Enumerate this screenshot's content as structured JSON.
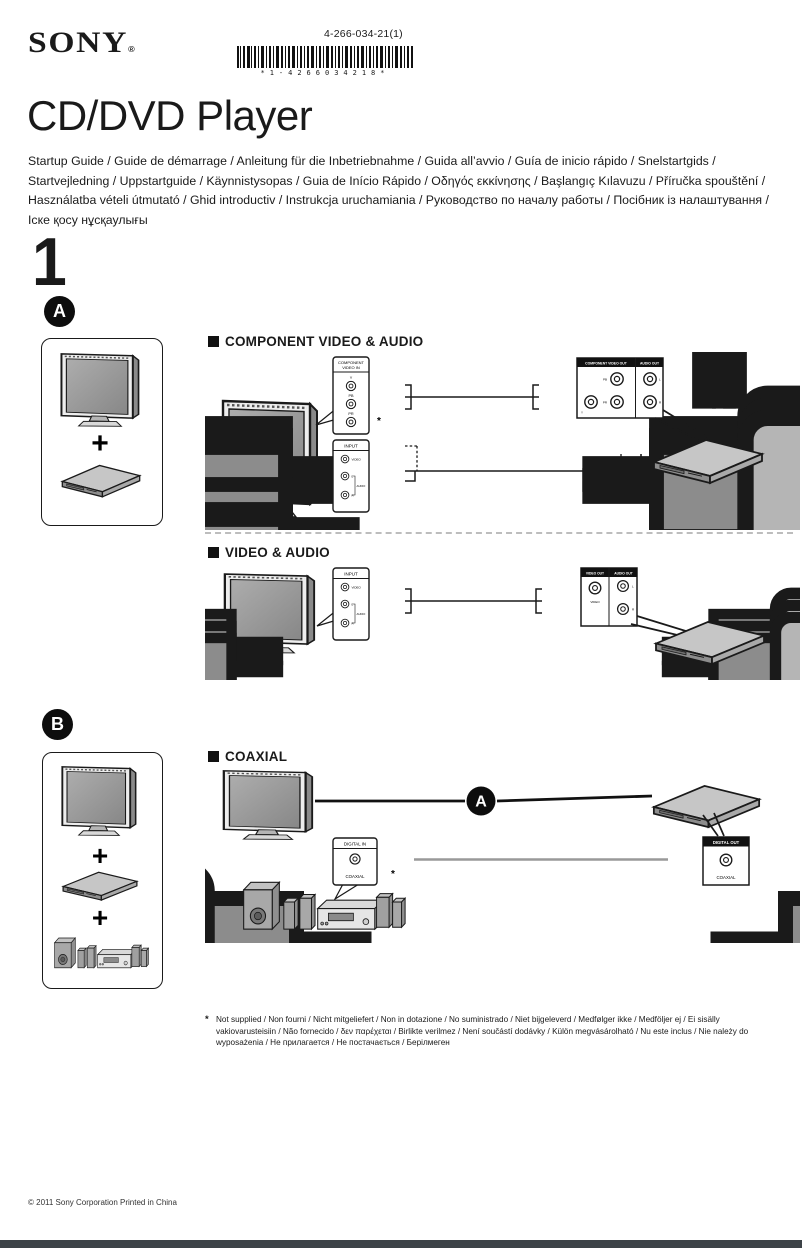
{
  "doc": {
    "brand": "SONY",
    "brand_mark": "®",
    "part_number": "4-266-034-21(1)",
    "barcode_text": "*1-4266034218*",
    "title": "CD/DVD Player",
    "languages": "Startup Guide / Guide de démarrage / Anleitung für die Inbetriebnahme / Guida all’avvio / Guía de inicio rápido / Snelstartgids / Startvejledning / Uppstartguide / Käynnistysopas / Guia de Início Rápido / Οδηγός εκκίνησης / Başlangıç Kılavuzu / Příručka spouštění / Használatba vételi útmutató / Ghid introductiv / Instrukcja uruchamiania / Руководство по началу работы / Посібник із налаштування / Іске қосу нұсқаулығы",
    "step_number": "1",
    "plus": "+",
    "asterisk": "*",
    "footnote_marker": "*",
    "footnote": "Not supplied / Non fourni / Nicht mitgeliefert / Non in dotazione / No suministrado / Niet bijgeleverd / Medfølger ikke / Medföljer ej / Ei sisälly vakiovarusteisiin / Não fornecido / δεν παρέχεται / Birlikte verilmez / Není součástí dodávky / Külön megvásárolható / Nu este inclus / Nie należy do wyposażenia / Не прилагается / Не постачається / Берілмеген",
    "copyright": "© 2011 Sony Corporation Printed in China"
  },
  "badges": {
    "a": "A",
    "b": "B",
    "inline_a": "A"
  },
  "sections": {
    "component": {
      "title": "COMPONENT VIDEO & AUDIO"
    },
    "video": {
      "title": "VIDEO & AUDIO"
    },
    "coaxial": {
      "title": "COAXIAL"
    }
  },
  "panels": {
    "component_video_in": {
      "header1": "COMPONENT",
      "header2": "VIDEO IN",
      "jack_y": "Y",
      "jack_pb": "PB",
      "jack_pr": "PR"
    },
    "tv_input_a": {
      "header": "INPUT",
      "jack_video": "VIDEO",
      "jack_l": "L",
      "group_audio": "AUDIO",
      "jack_r": "R"
    },
    "component_out": {
      "header_left": "COMPONENT VIDEO OUT",
      "header_right": "AUDIO OUT",
      "jack_pb": "PB",
      "jack_y": "Y",
      "jack_pr": "PR",
      "jack_l": "L",
      "jack_r": "R"
    },
    "tv_input_b": {
      "header": "INPUT",
      "jack_video": "VIDEO",
      "jack_l": "L",
      "group_audio": "AUDIO",
      "jack_r": "R"
    },
    "av_out": {
      "header_left": "VIDEO OUT",
      "header_right": "AUDIO OUT",
      "jack_video": "VIDEO",
      "jack_l": "L",
      "jack_r": "R"
    },
    "digital_in": {
      "header": "DIGITAL IN",
      "label": "COAXIAL"
    },
    "digital_out": {
      "header": "DIGITAL OUT",
      "label": "COAXIAL"
    }
  }
}
